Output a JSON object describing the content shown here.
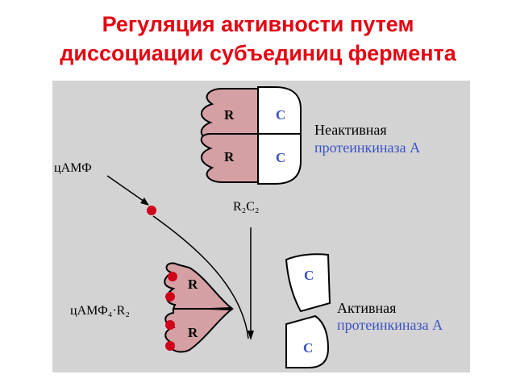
{
  "title": {
    "line1": "Регуляция активности путем",
    "line2": "диссоциации субъединиц фермента"
  },
  "diagram": {
    "inactive": {
      "subunit_r_top": "R",
      "subunit_r_bottom": "R",
      "subunit_c_top": "C",
      "subunit_c_bottom": "C",
      "label_line1": "Неактивная",
      "label_line2": "протеинкиназа А"
    },
    "camp_label": "цАМФ",
    "holoenzyme_label": "R₂C₂",
    "complex_label": "цАМФ₄·R₂",
    "active": {
      "subunit_r_top": "R",
      "subunit_r_bottom": "R",
      "subunit_c_top": "C",
      "subunit_c_bottom": "C",
      "label_line1": "Активная",
      "label_line2": "протеинкиназа А"
    },
    "colors": {
      "title": "#e30613",
      "panel_bg": "#d3d3d3",
      "r_fill": "#d4a0a3",
      "c_fill": "#ffffff",
      "c_text": "#3a52c4",
      "blue_label": "#3a52c4",
      "camp_dot": "#d0021b"
    }
  }
}
